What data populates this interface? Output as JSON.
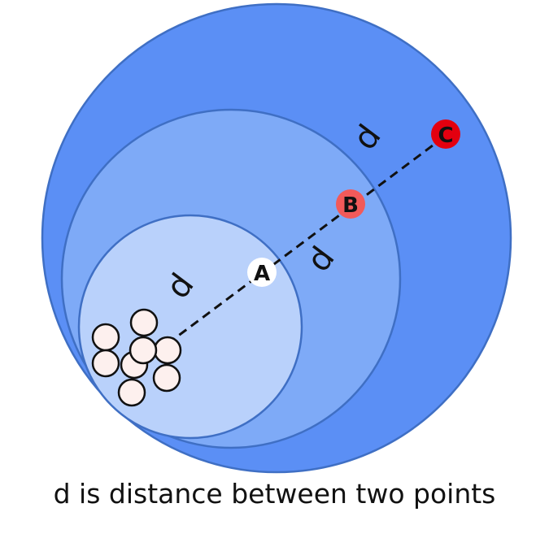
{
  "colors": {
    "outer_circle": "#5b8ff5",
    "middle_circle": "#7eaaf7",
    "inner_circle": "#b9d1fb",
    "circle_stroke": "#3f6fc4",
    "point_a": "#ffffff",
    "point_b": "#f25a5a",
    "point_c": "#e3000f",
    "cluster_fill": "#fdf0ee"
  },
  "points": {
    "a": "A",
    "b": "B",
    "c": "C"
  },
  "distance_labels": [
    "d",
    "d",
    "d"
  ],
  "caption": "d is distance between two points"
}
